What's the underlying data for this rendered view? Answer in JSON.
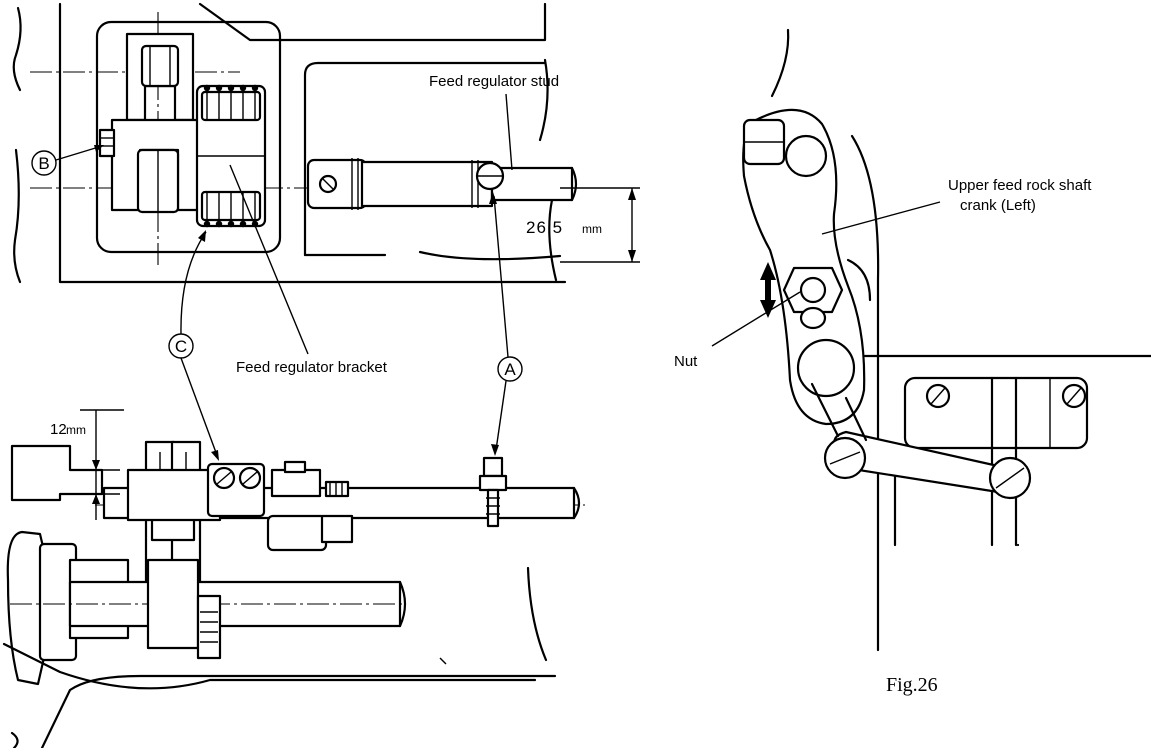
{
  "labels": {
    "feed_regulator_stud": "Feed regulator stud",
    "feed_regulator_bracket": "Feed regulator bracket",
    "upper_feed_rock_shaft_crank_line1": "Upper feed rock shaft",
    "upper_feed_rock_shaft_crank_line2": "crank (Left)",
    "nut": "Nut"
  },
  "callouts": {
    "a": "A",
    "b": "B",
    "c": "C"
  },
  "dimensions": {
    "stud_offset_value": "26.5",
    "stud_offset_unit": "mm",
    "gap_value": "12",
    "gap_unit": "mm"
  },
  "figure_caption": "Fig.26"
}
